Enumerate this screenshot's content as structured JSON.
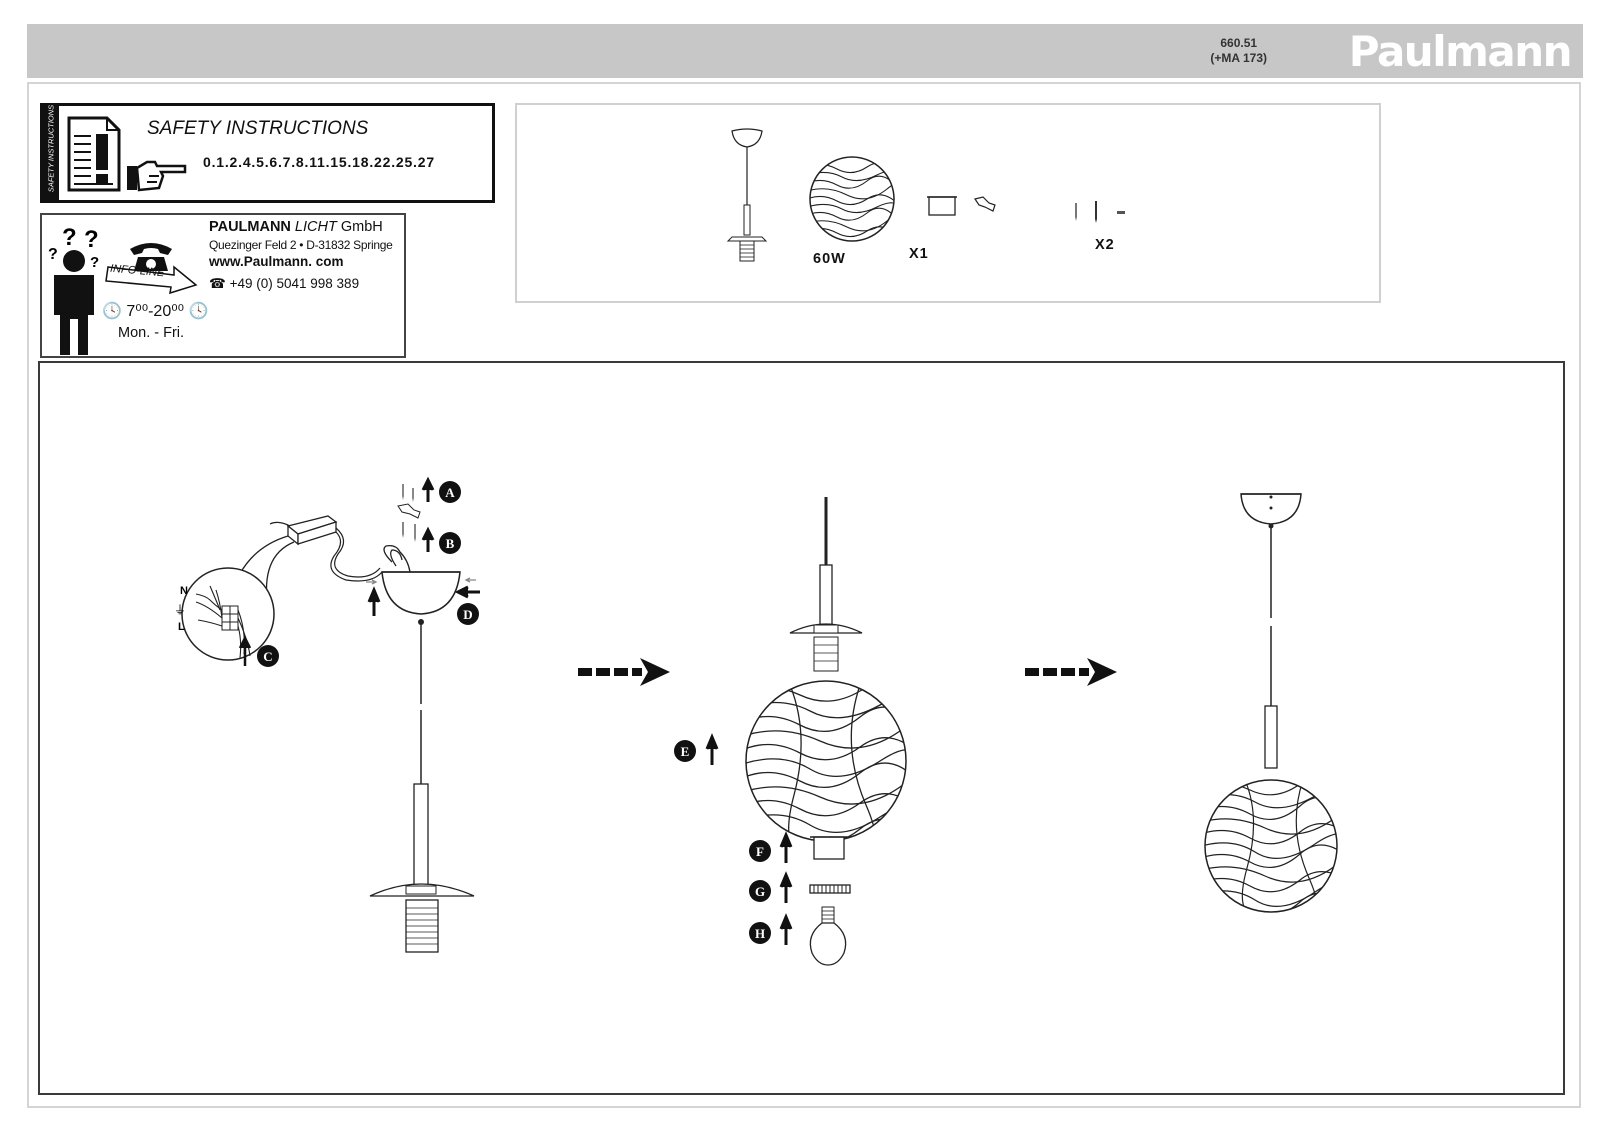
{
  "header": {
    "article_no": "660.51",
    "article_sub": "(+MA 173)",
    "brand": "Paulmann"
  },
  "safety": {
    "side_label": "SAFETY INSTRUCTIONS",
    "title": "SAFETY INSTRUCTIONS",
    "codes": "0.1.2.4.5.6.7.8.11.15.18.22.25.27"
  },
  "contact": {
    "company_bold": "PAULMANN",
    "company_italic": "LICHT",
    "company_rest": "GmbH",
    "address": "Quezinger Feld 2 • D-31832 Springe",
    "web": "www.Paulmann. com",
    "phone": "+49 (0) 5041 998 389",
    "infoline": "INFO-LINE",
    "hours": "7⁰⁰-20⁰⁰",
    "days": "Mon. - Fri."
  },
  "parts": {
    "bulb_watt": "60W",
    "qty_x1": "X1",
    "qty_x2": "X2"
  },
  "steps": {
    "A": "A",
    "B": "B",
    "C": "C",
    "D": "D",
    "E": "E",
    "F": "F",
    "G": "G",
    "H": "H",
    "wire_n": "N",
    "wire_l": "L"
  },
  "icons": [
    "document-warning-icon",
    "pointing-hand-icon",
    "question-person-icon",
    "telephone-icon",
    "clock-icon",
    "arrow-icon"
  ]
}
